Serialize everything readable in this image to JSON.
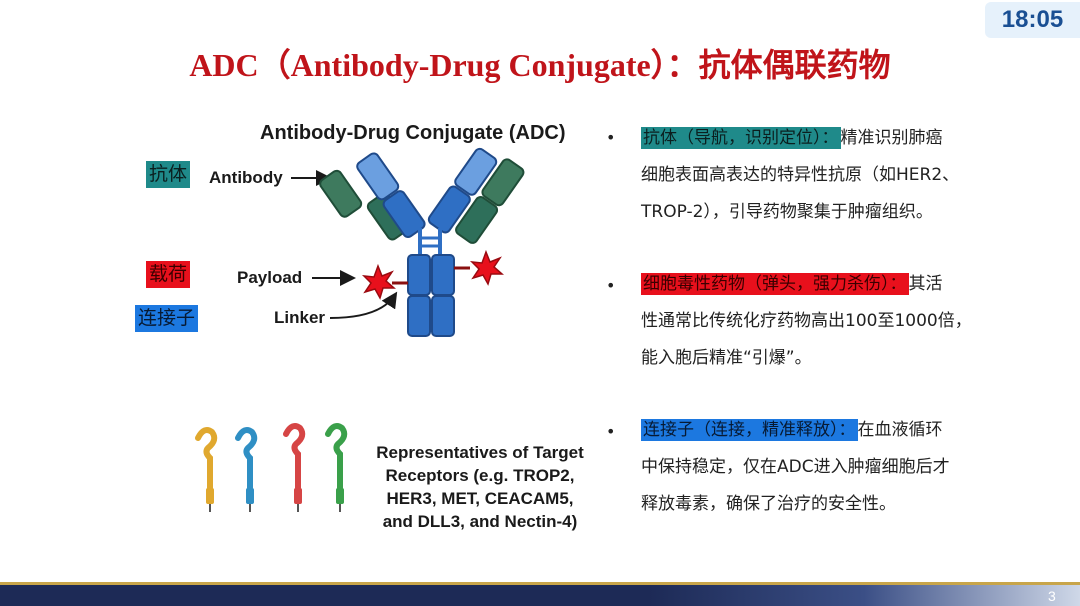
{
  "clock": "18:05",
  "title": "ADC（Antibody-Drug Conjugate）：抗体偶联药物",
  "left_tags": {
    "antibody": "抗体",
    "payload": "载荷",
    "linker": "连接子"
  },
  "diagram": {
    "title": "Antibody-Drug Conjugate (ADC)",
    "antibody_label": "Antibody",
    "payload_label": "Payload",
    "linker_label": "Linker",
    "colors": {
      "heavy_chain": "#2f6fc4",
      "light_chain": "#2e6f5a",
      "payload": "#e8101c"
    }
  },
  "receptors": {
    "caption": [
      "Representatives of Target",
      "Receptors (e.g. TROP2,",
      "HER3, MET, CEACAM5,",
      "and DLL3, and Nectin-4)"
    ],
    "colors": [
      "#e0a82e",
      "#2f8fc4",
      "#d64545",
      "#3aa04a"
    ]
  },
  "bullets": [
    {
      "marker": "•",
      "highlight": "抗体（导航，识别定位）：",
      "lines": [
        "精准识别肺癌",
        "细胞表面高表达的特异性抗原（如HER2、",
        "TROP-2），引导药物聚集于肿瘤组织。"
      ]
    },
    {
      "marker": "•",
      "highlight": "细胞毒性药物（弹头，强力杀伤）：",
      "lines": [
        "其活",
        "性通常比传统化疗药物高出100至1000倍，",
        "能入胞后精准“引爆”。"
      ]
    },
    {
      "marker": "•",
      "highlight": "连接子（连接，精准释放）：",
      "lines": [
        "在血液循环",
        "中保持稳定，仅在ADC进入肿瘤细胞后才",
        "释放毒素，确保了治疗的安全性。"
      ]
    }
  ],
  "page_number": "3"
}
